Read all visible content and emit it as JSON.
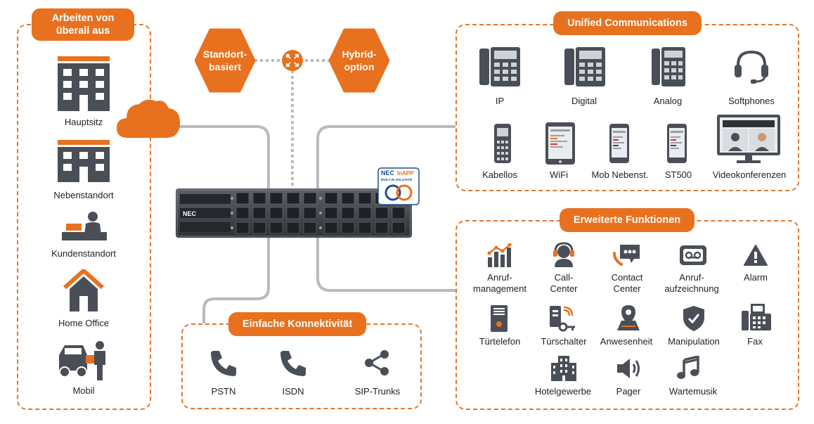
{
  "left_panel": {
    "title_line1": "Arbeiten von",
    "title_line2": "überall aus",
    "items": [
      "Hauptsitz",
      "Nebenstandort",
      "Kundenstandort",
      "Home Office",
      "Mobil"
    ]
  },
  "hybrid": {
    "left_line1": "Standort-",
    "left_line2": "basiert",
    "right_line1": "Hybrid-",
    "right_line2": "option"
  },
  "server": {
    "brand": "NEC",
    "badge_brand": "NEC",
    "badge_product": "InAPP",
    "badge_sub": "BUILT-IN SOLUTION"
  },
  "uc_panel": {
    "title": "Unified Communications",
    "row1": [
      "IP",
      "Digital",
      "Analog",
      "Softphones"
    ],
    "row2": [
      "Kabellos",
      "WiFi",
      "Mob Nebenst.",
      "ST500",
      "Videokonferenzen"
    ]
  },
  "features_panel": {
    "title": "Erweiterte Funktionen",
    "row1": [
      {
        "l1": "Anruf-",
        "l2": "management"
      },
      {
        "l1": "Call-",
        "l2": "Center"
      },
      {
        "l1": "Contact",
        "l2": "Center"
      },
      {
        "l1": "Anruf-",
        "l2": "aufzeichnung"
      },
      {
        "l1": "Alarm",
        "l2": ""
      }
    ],
    "row2": [
      "Türtelefon",
      "Türschalter",
      "Anwesenheit",
      "Manipulation",
      "Fax"
    ],
    "row3": [
      "Hotelgewerbe",
      "Pager",
      "Wartemusik"
    ]
  },
  "connect_panel": {
    "title": "Einfache Konnektivität",
    "items": [
      "PSTN",
      "ISDN",
      "SIP-Trunks"
    ]
  },
  "colors": {
    "accent": "#e8711f",
    "icon": "#4a4f57",
    "line": "#b5b8bb"
  }
}
